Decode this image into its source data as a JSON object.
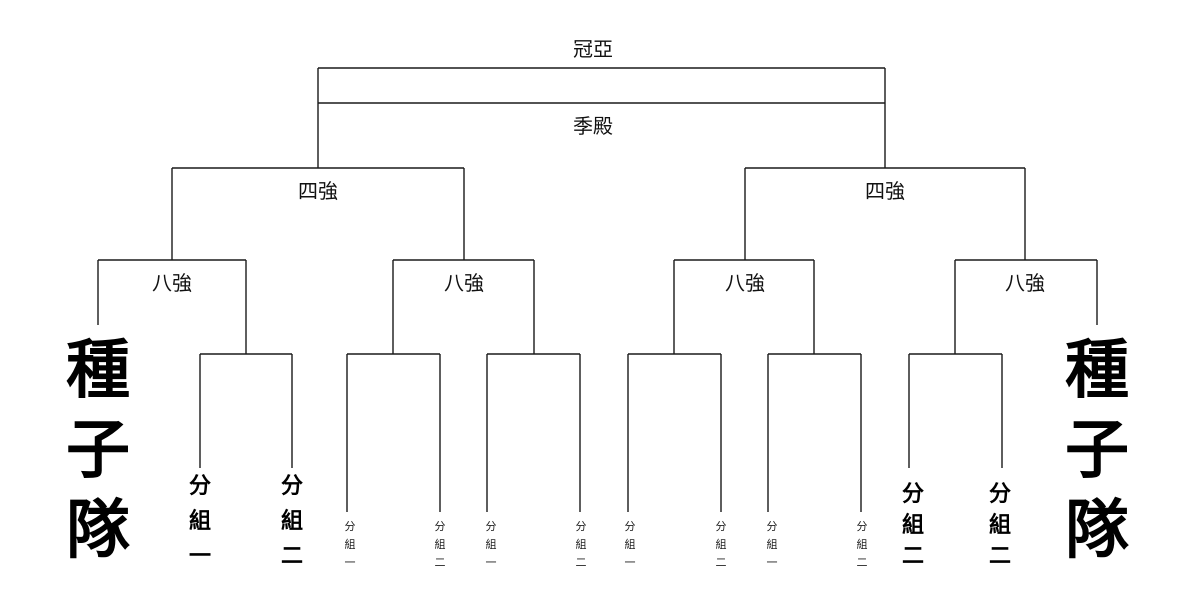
{
  "rounds": {
    "final": "冠亞",
    "third_place": "季殿",
    "semifinal": "四強",
    "quarterfinal": "八強"
  },
  "seed_team": [
    "種",
    "子",
    "隊"
  ],
  "groups": {
    "group_one": [
      "分",
      "組",
      "一"
    ],
    "group_two": [
      "分",
      "組",
      "二"
    ]
  }
}
